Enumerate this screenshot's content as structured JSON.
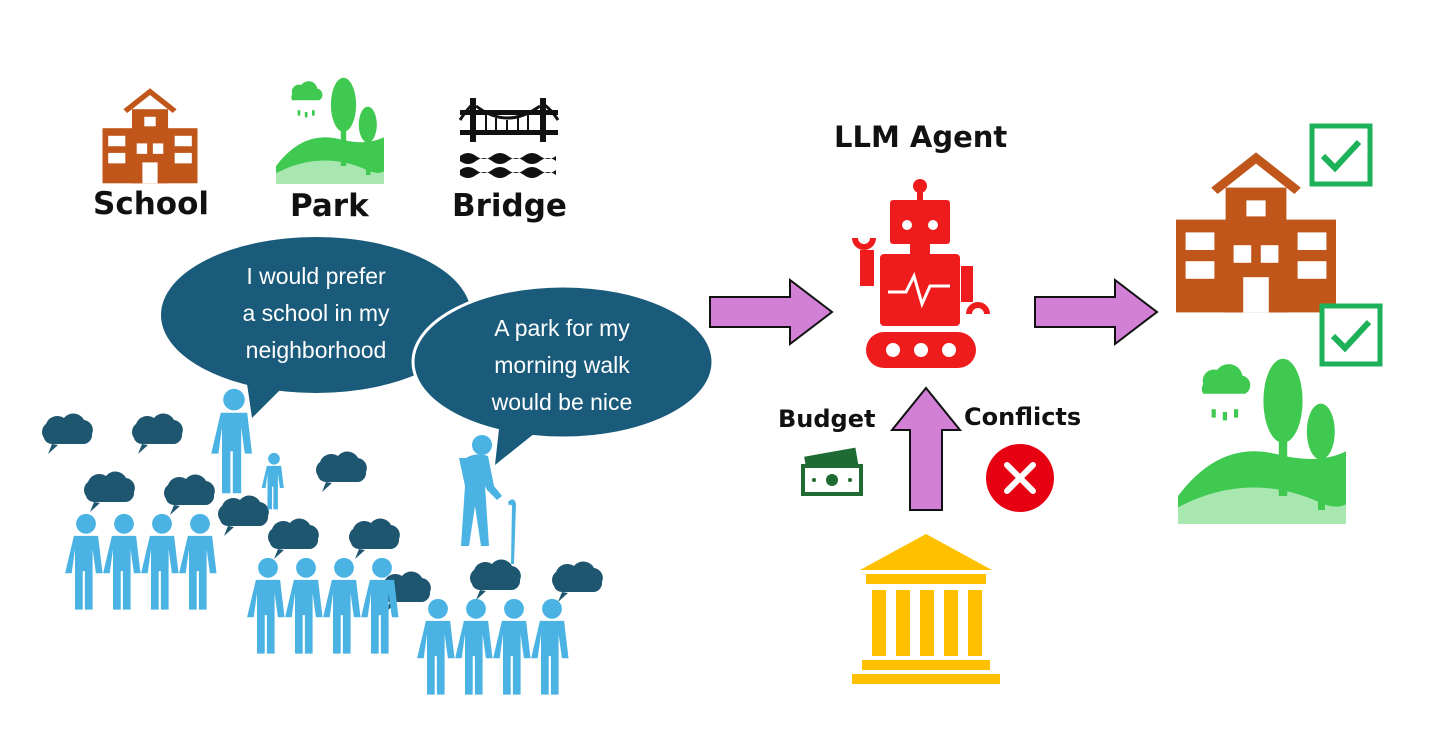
{
  "facility_labels": {
    "school": "School",
    "park": "Park",
    "bridge": "Bridge"
  },
  "bubble1": {
    "line1": "I would prefer",
    "line2": "a school in my",
    "line3": "neighborhood"
  },
  "bubble2": {
    "line1": "A park for my",
    "line2": "morning walk",
    "line3": "would be nice"
  },
  "agent": {
    "title": "LLM Agent"
  },
  "constraints": {
    "budget": "Budget",
    "conflicts": "Conflicts"
  },
  "colors": {
    "school": "#c0561a",
    "park": "#3fc951",
    "robot": "#ee1c1c",
    "people": "#4ab3e3",
    "thought": "#1e5670",
    "bubble": "#1a5a7a",
    "arrow": "#d27fd6",
    "government": "#ffc000",
    "check": "#1db15a",
    "money": "#1e6b33"
  },
  "icons": [
    "school-icon",
    "park-icon",
    "bridge-icon",
    "robot-icon",
    "money-icon",
    "conflict-x-icon",
    "government-building-icon",
    "checkmark-icon"
  ]
}
